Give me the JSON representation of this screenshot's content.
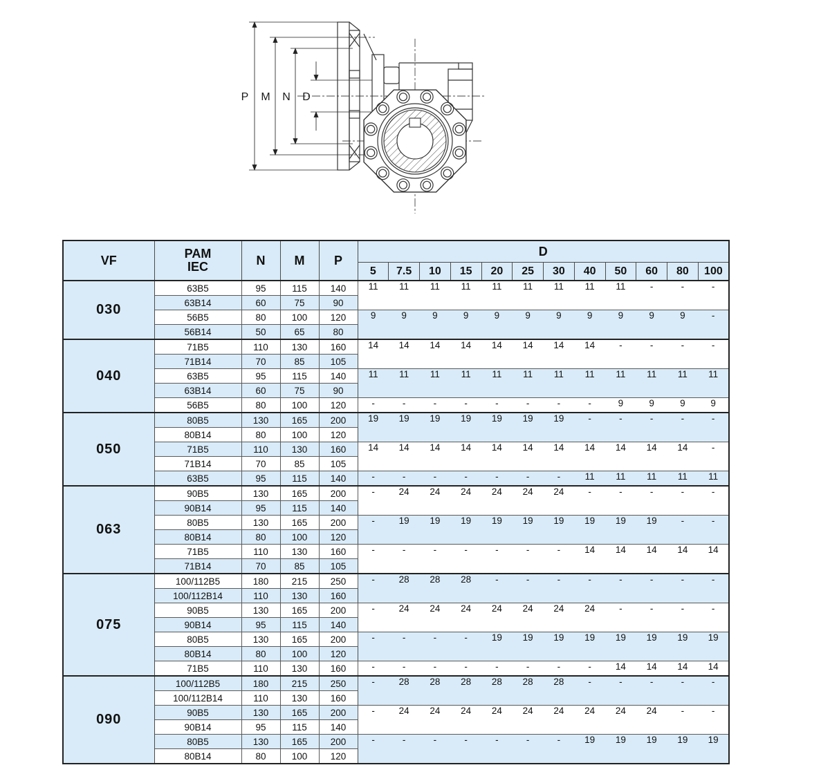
{
  "drawing": {
    "dim_labels": {
      "p": "P",
      "m": "M",
      "n": "N",
      "d": "D"
    }
  },
  "table": {
    "header": {
      "vf": "VF",
      "pam": "PAM",
      "iec": "IEC",
      "n": "N",
      "m": "M",
      "p": "P",
      "d": "D",
      "ratios": [
        "5",
        "7.5",
        "10",
        "15",
        "20",
        "25",
        "30",
        "40",
        "50",
        "60",
        "80",
        "100"
      ]
    },
    "groups": [
      {
        "vf": "030",
        "rows": [
          {
            "iec": "63B5",
            "n": "95",
            "m": "115",
            "p": "140"
          },
          {
            "iec": "63B14",
            "n": "60",
            "m": "75",
            "p": "90"
          },
          {
            "iec": "56B5",
            "n": "80",
            "m": "100",
            "p": "120"
          },
          {
            "iec": "56B14",
            "n": "50",
            "m": "65",
            "p": "80"
          }
        ],
        "d_bands": [
          {
            "span": 2,
            "values": [
              "11",
              "11",
              "11",
              "11",
              "11",
              "11",
              "11",
              "11",
              "11",
              "-",
              "-",
              "-"
            ]
          },
          {
            "span": 2,
            "values": [
              "9",
              "9",
              "9",
              "9",
              "9",
              "9",
              "9",
              "9",
              "9",
              "9",
              "9",
              "-"
            ]
          }
        ]
      },
      {
        "vf": "040",
        "rows": [
          {
            "iec": "71B5",
            "n": "110",
            "m": "130",
            "p": "160"
          },
          {
            "iec": "71B14",
            "n": "70",
            "m": "85",
            "p": "105"
          },
          {
            "iec": "63B5",
            "n": "95",
            "m": "115",
            "p": "140"
          },
          {
            "iec": "63B14",
            "n": "60",
            "m": "75",
            "p": "90"
          },
          {
            "iec": "56B5",
            "n": "80",
            "m": "100",
            "p": "120"
          }
        ],
        "d_bands": [
          {
            "span": 2,
            "values": [
              "14",
              "14",
              "14",
              "14",
              "14",
              "14",
              "14",
              "14",
              "-",
              "-",
              "-",
              "-"
            ]
          },
          {
            "span": 2,
            "values": [
              "11",
              "11",
              "11",
              "11",
              "11",
              "11",
              "11",
              "11",
              "11",
              "11",
              "11",
              "11"
            ]
          },
          {
            "span": 1,
            "values": [
              "-",
              "-",
              "-",
              "-",
              "-",
              "-",
              "-",
              "-",
              "9",
              "9",
              "9",
              "9"
            ]
          }
        ]
      },
      {
        "vf": "050",
        "rows": [
          {
            "iec": "80B5",
            "n": "130",
            "m": "165",
            "p": "200"
          },
          {
            "iec": "80B14",
            "n": "80",
            "m": "100",
            "p": "120"
          },
          {
            "iec": "71B5",
            "n": "110",
            "m": "130",
            "p": "160"
          },
          {
            "iec": "71B14",
            "n": "70",
            "m": "85",
            "p": "105"
          },
          {
            "iec": "63B5",
            "n": "95",
            "m": "115",
            "p": "140"
          }
        ],
        "d_bands": [
          {
            "span": 2,
            "values": [
              "19",
              "19",
              "19",
              "19",
              "19",
              "19",
              "19",
              "-",
              "-",
              "-",
              "-",
              "-"
            ]
          },
          {
            "span": 2,
            "values": [
              "14",
              "14",
              "14",
              "14",
              "14",
              "14",
              "14",
              "14",
              "14",
              "14",
              "14",
              "-"
            ]
          },
          {
            "span": 1,
            "values": [
              "-",
              "-",
              "-",
              "-",
              "-",
              "-",
              "-",
              "11",
              "11",
              "11",
              "11",
              "11"
            ]
          }
        ]
      },
      {
        "vf": "063",
        "rows": [
          {
            "iec": "90B5",
            "n": "130",
            "m": "165",
            "p": "200"
          },
          {
            "iec": "90B14",
            "n": "95",
            "m": "115",
            "p": "140"
          },
          {
            "iec": "80B5",
            "n": "130",
            "m": "165",
            "p": "200"
          },
          {
            "iec": "80B14",
            "n": "80",
            "m": "100",
            "p": "120"
          },
          {
            "iec": "71B5",
            "n": "110",
            "m": "130",
            "p": "160"
          },
          {
            "iec": "71B14",
            "n": "70",
            "m": "85",
            "p": "105"
          }
        ],
        "d_bands": [
          {
            "span": 2,
            "values": [
              "-",
              "24",
              "24",
              "24",
              "24",
              "24",
              "24",
              "-",
              "-",
              "-",
              "-",
              "-"
            ]
          },
          {
            "span": 2,
            "values": [
              "-",
              "19",
              "19",
              "19",
              "19",
              "19",
              "19",
              "19",
              "19",
              "19",
              "-",
              "-"
            ]
          },
          {
            "span": 2,
            "values": [
              "-",
              "-",
              "-",
              "-",
              "-",
              "-",
              "-",
              "14",
              "14",
              "14",
              "14",
              "14"
            ]
          }
        ]
      },
      {
        "vf": "075",
        "rows": [
          {
            "iec": "100/112B5",
            "n": "180",
            "m": "215",
            "p": "250"
          },
          {
            "iec": "100/112B14",
            "n": "110",
            "m": "130",
            "p": "160"
          },
          {
            "iec": "90B5",
            "n": "130",
            "m": "165",
            "p": "200"
          },
          {
            "iec": "90B14",
            "n": "95",
            "m": "115",
            "p": "140"
          },
          {
            "iec": "80B5",
            "n": "130",
            "m": "165",
            "p": "200"
          },
          {
            "iec": "80B14",
            "n": "80",
            "m": "100",
            "p": "120"
          },
          {
            "iec": "71B5",
            "n": "110",
            "m": "130",
            "p": "160"
          }
        ],
        "d_bands": [
          {
            "span": 2,
            "values": [
              "-",
              "28",
              "28",
              "28",
              "-",
              "-",
              "-",
              "-",
              "-",
              "-",
              "-",
              "-"
            ]
          },
          {
            "span": 2,
            "values": [
              "-",
              "24",
              "24",
              "24",
              "24",
              "24",
              "24",
              "24",
              "-",
              "-",
              "-",
              "-"
            ]
          },
          {
            "span": 2,
            "values": [
              "-",
              "-",
              "-",
              "-",
              "19",
              "19",
              "19",
              "19",
              "19",
              "19",
              "19",
              "19"
            ]
          },
          {
            "span": 1,
            "values": [
              "-",
              "-",
              "-",
              "-",
              "-",
              "-",
              "-",
              "-",
              "14",
              "14",
              "14",
              "14"
            ]
          }
        ]
      },
      {
        "vf": "090",
        "rows": [
          {
            "iec": "100/112B5",
            "n": "180",
            "m": "215",
            "p": "250"
          },
          {
            "iec": "100/112B14",
            "n": "110",
            "m": "130",
            "p": "160"
          },
          {
            "iec": "90B5",
            "n": "130",
            "m": "165",
            "p": "200"
          },
          {
            "iec": "90B14",
            "n": "95",
            "m": "115",
            "p": "140"
          },
          {
            "iec": "80B5",
            "n": "130",
            "m": "165",
            "p": "200"
          },
          {
            "iec": "80B14",
            "n": "80",
            "m": "100",
            "p": "120"
          }
        ],
        "d_bands": [
          {
            "span": 2,
            "values": [
              "-",
              "28",
              "28",
              "28",
              "28",
              "28",
              "28",
              "-",
              "-",
              "-",
              "-",
              "-"
            ]
          },
          {
            "span": 2,
            "values": [
              "-",
              "24",
              "24",
              "24",
              "24",
              "24",
              "24",
              "24",
              "24",
              "24",
              "-",
              "-"
            ]
          },
          {
            "span": 2,
            "values": [
              "-",
              "-",
              "-",
              "-",
              "-",
              "-",
              "-",
              "19",
              "19",
              "19",
              "19",
              "19"
            ]
          }
        ]
      }
    ]
  },
  "colors": {
    "band_blue": "#d9ebf8",
    "line_dark": "#222222"
  }
}
